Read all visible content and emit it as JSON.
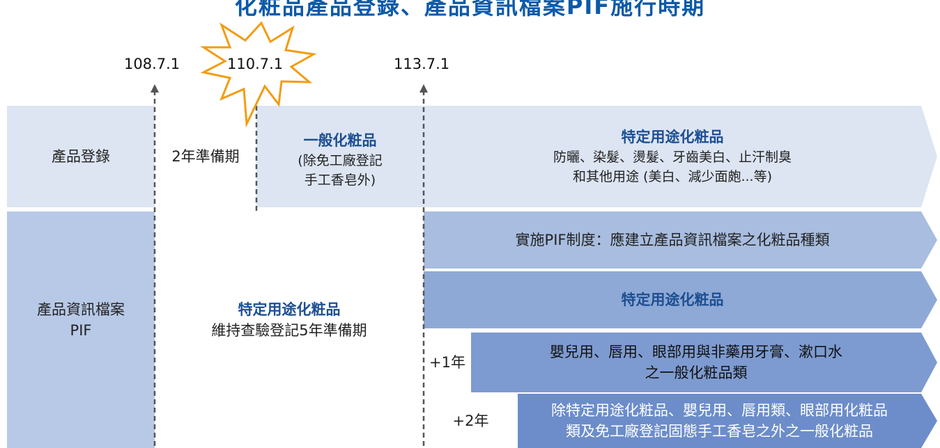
{
  "page_title": "化粧品產品登錄、產品資訊檔案PIF施行時期",
  "dates": [
    "108.7.1",
    "110.7.1",
    "113.7.1"
  ],
  "rows": {
    "registration": {
      "label": "產品登錄",
      "prep": "2年準備期",
      "general_title": "一般化粧品",
      "general_note_1": "(除免工廠登記",
      "general_note_2": "手工香皂外)",
      "specific_title": "特定用途化粧品",
      "specific_line_1": "防曬、染髮、燙髮、牙齒美白、止汗制臭",
      "specific_line_2": "和其他用途 (美白、減少面皰...等)"
    },
    "pif": {
      "label_1": "產品資訊檔案",
      "label_2": "PIF",
      "middle_title": "特定用途化粧品",
      "middle_text": "維持查驗登記5年準備期",
      "implement": "實施PIF制度：應建立產品資訊檔案之化粧品種類",
      "specific_title": "特定用途化粧品",
      "plus1": "+1年",
      "baby_line_1": "嬰兒用、唇用、眼部用與非藥用牙膏、漱口水",
      "baby_line_2": "之一般化粧品類",
      "plus2": "+2年",
      "other_line_1": "除特定用途化粧品、嬰兒用、唇用類、眼部用化粧品",
      "other_line_2": "類及免工廠登記固態手工香皂之外之一般化粧品"
    }
  },
  "colors": {
    "title": "#0b5aa8",
    "reg_bg": "#dde5f3",
    "pif_bg": "#b8c9e7",
    "band1": "#a8bddf",
    "band2": "#8fa9d6",
    "band3": "#7d9bd0",
    "band4": "#6c8dc9",
    "starburst": "#f39c12",
    "line": "#555555"
  }
}
